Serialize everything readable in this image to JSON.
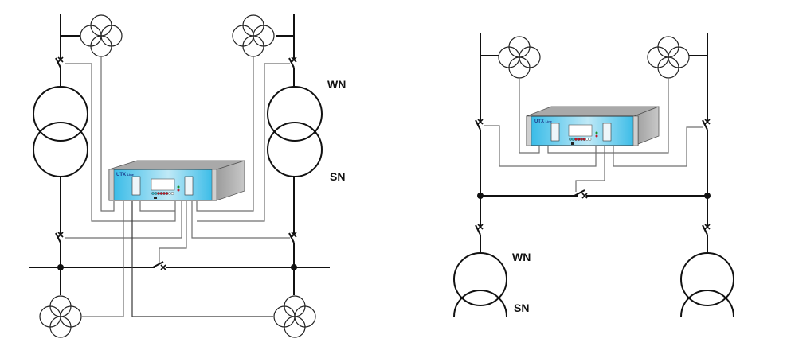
{
  "diagrams": [
    {
      "name": "left-scheme",
      "labels": {
        "winding_high": "WN",
        "winding_low": "SN"
      },
      "device": {
        "brand": "UTX",
        "model": "Line"
      }
    },
    {
      "name": "right-scheme",
      "labels": {
        "winding_high": "WN",
        "winding_low": "SN"
      },
      "device": {
        "brand": "UTX",
        "model": "Line"
      }
    }
  ],
  "colors": {
    "device_front": "#3fc4ea",
    "device_front_light": "#bfe9f7",
    "device_case": "#b8b8b8",
    "led_red": "#c0182a",
    "led_green": "#1b8f2a",
    "led_cyan": "#32b7c9",
    "power_line": "#111111",
    "signal_wire": "#6f6f6f"
  }
}
